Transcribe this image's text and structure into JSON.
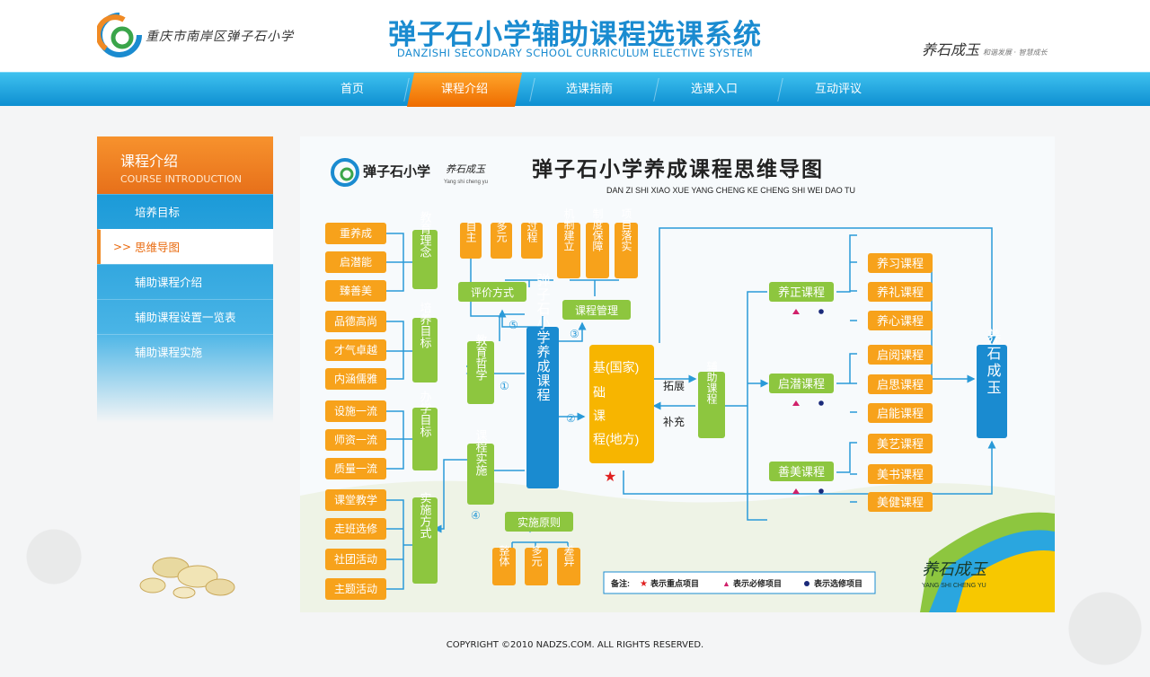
{
  "header": {
    "school_name": "重庆市南岸区弹子石小学",
    "title_cn": "弹子石小学辅助课程选课系统",
    "title_en": "DANZISHI SECONDARY SCHOOL CURRICULUM ELECTIVE SYSTEM",
    "motto": "养石成玉",
    "motto_small": "和谐发展 · 智慧成长"
  },
  "nav": {
    "items": [
      "首页",
      "课程介绍",
      "选课指南",
      "选课入口",
      "互动评议"
    ],
    "active": 1
  },
  "sidebar": {
    "title_cn": "课程介绍",
    "title_en": "COURSE INTRODUCTION",
    "items": [
      "培养目标",
      "思维导图",
      "辅助课程介绍",
      "辅助课程设置一览表",
      "辅助课程实施"
    ],
    "active": 1,
    "active_arrow": ">>"
  },
  "mindmap": {
    "logo_text": "弹子石小学",
    "logo_motto": "养石成玉",
    "logo_sub": "Yang shi cheng yu",
    "title_cn": "弹子石小学养成课程思维导图",
    "title_en": "DAN ZI SHI XIAO XUE YANG CHENG KE CHENG SHI WEI DAO TU",
    "left_boxes": [
      "重养成",
      "启潜能",
      "臻善美",
      "品德高尚",
      "才气卓越",
      "内涵儒雅",
      "设施一流",
      "师资一流",
      "质量一流",
      "课堂教学",
      "走班选修",
      "社团活动",
      "主题活动"
    ],
    "group_labels": [
      "教育理念",
      "培养目标",
      "办学目标",
      "实施方式"
    ],
    "philosophy": "教育哲学",
    "implement": "课程实施",
    "eval_items": [
      "自主",
      "多元",
      "过程"
    ],
    "eval_label": "评价方式",
    "mgmt_items": [
      "机制建立",
      "制度保障",
      "项目落实"
    ],
    "mgmt_label": "课程管理",
    "principle_items": [
      "整体",
      "多元",
      "差异"
    ],
    "principle_label": "实施原则",
    "center": "弹子石小学养成课程",
    "basic_lines": [
      "基(国家)",
      "础",
      "课",
      "程(地方)"
    ],
    "expand": "拓展",
    "supplement": "补充",
    "aux": "辅助课程",
    "categories": [
      "养正课程",
      "启潜课程",
      "善美课程"
    ],
    "courses": [
      "养习课程",
      "养礼课程",
      "养心课程",
      "启阅课程",
      "启思课程",
      "启能课程",
      "美艺课程",
      "美书课程",
      "美健课程"
    ],
    "goal": "养石成玉",
    "circled": [
      "①",
      "②",
      "③",
      "④",
      "⑤"
    ],
    "legend": {
      "label": "备注:",
      "items": [
        "表示重点项目",
        "表示必修项目",
        "表示选修项目"
      ]
    },
    "corner_text": "养石成玉",
    "corner_sub": "YANG SHI CHENG YU"
  },
  "footer": "COPYRIGHT ©2010 NADZS.COM. ALL RIGHTS RESERVED.",
  "colors": {
    "blue": "#1a8bd0",
    "orange": "#f7a21b",
    "green": "#8dc63f"
  }
}
